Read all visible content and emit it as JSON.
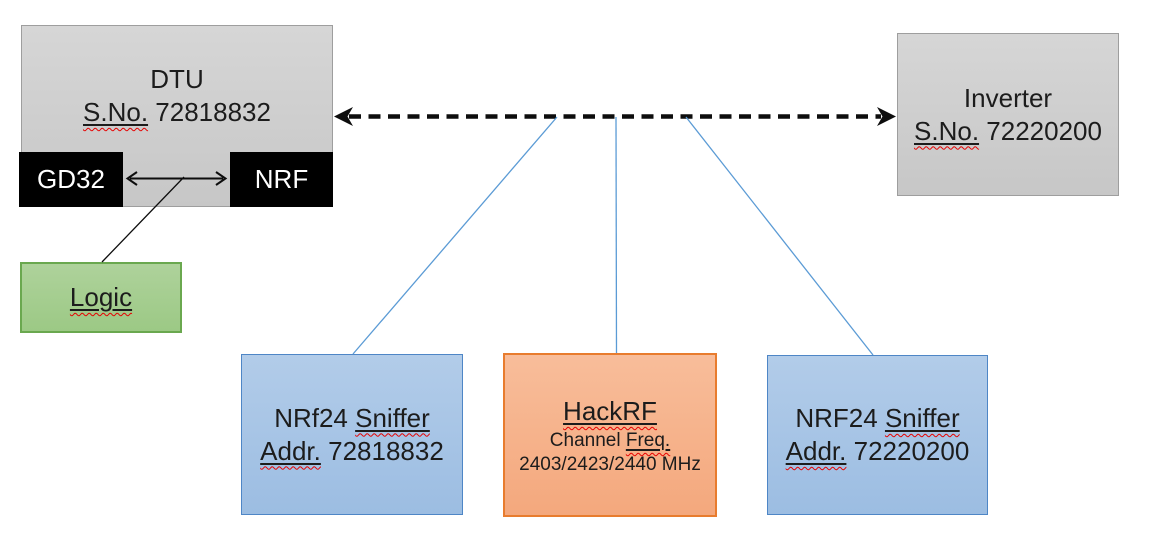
{
  "dtu": {
    "title": "DTU",
    "sno_label": "S.No.",
    "sno_value": "72818832",
    "gd32_label": "GD32",
    "nrf_label": "NRF"
  },
  "logic": {
    "label": "Logic"
  },
  "inverter": {
    "title": "Inverter",
    "sno_label": "S.No.",
    "sno_value": "72220200"
  },
  "sniffer_left": {
    "name": "NRf24",
    "name_marked": "Sniffer",
    "addr_label": "Addr.",
    "addr_value": "72818832"
  },
  "hackrf": {
    "title": "HackRF",
    "channel_word": "Channel",
    "freq_word": "Freq.",
    "freq_value": "2403/2423/2440 MHz"
  },
  "sniffer_right": {
    "name": "NRF24",
    "name_marked": "Sniffer",
    "addr_label": "Addr.",
    "addr_value": "72220200"
  },
  "colors": {
    "box_gray_fill": "#cfcfcf",
    "box_gray_border": "#9e9e9e",
    "chip_black": "#000000",
    "logic_green_fill": "#a6cf90",
    "logic_green_border": "#6aa84f",
    "sniffer_blue_fill": "#a9c5e6",
    "sniffer_blue_border": "#4e86c6",
    "hackrf_orange_fill": "#f5b088",
    "hackrf_orange_border": "#e87c2e",
    "connector_blue": "#5b9bd5",
    "arrow_black": "#0d0d0d",
    "spellcheck_red": "#e60000"
  }
}
